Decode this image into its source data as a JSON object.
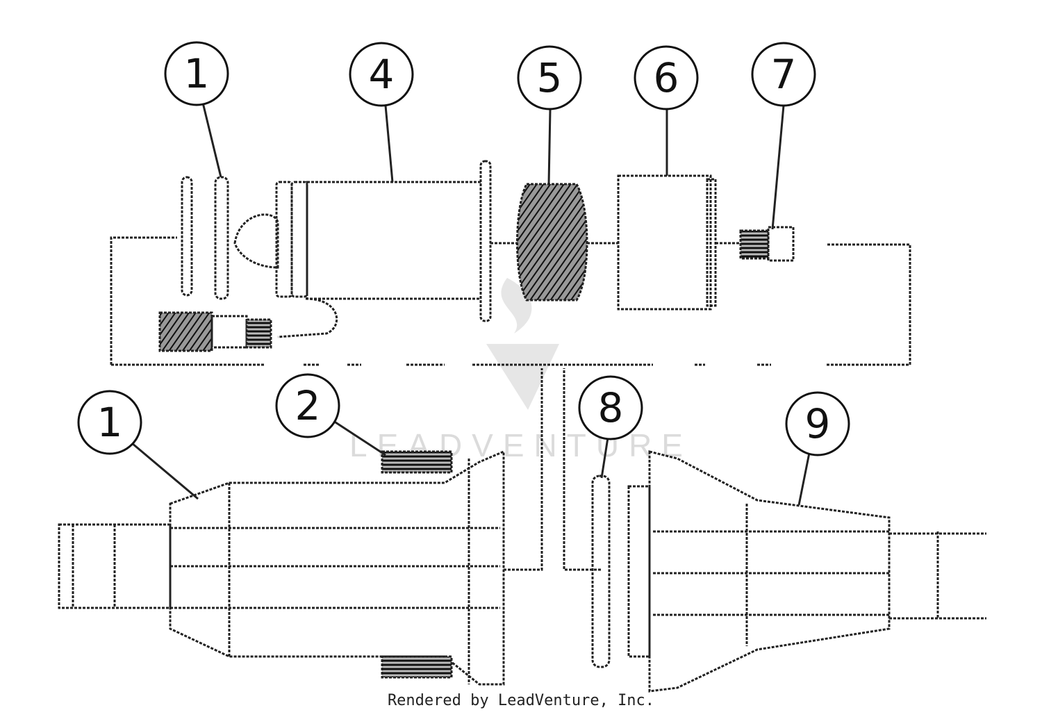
{
  "diagram": {
    "callouts": [
      {
        "id": "c1a",
        "label": "1"
      },
      {
        "id": "c4",
        "label": "4"
      },
      {
        "id": "c5",
        "label": "5"
      },
      {
        "id": "c6",
        "label": "6"
      },
      {
        "id": "c7",
        "label": "7"
      },
      {
        "id": "c1b",
        "label": "1"
      },
      {
        "id": "c2",
        "label": "2"
      },
      {
        "id": "c8",
        "label": "8"
      },
      {
        "id": "c9",
        "label": "9"
      }
    ],
    "watermark": "LEADVENTURE",
    "credit": "Rendered by LeadVenture, Inc.",
    "colors": {
      "line": "#222222",
      "watermark": "#d8d8d8",
      "background": "#ffffff"
    }
  }
}
